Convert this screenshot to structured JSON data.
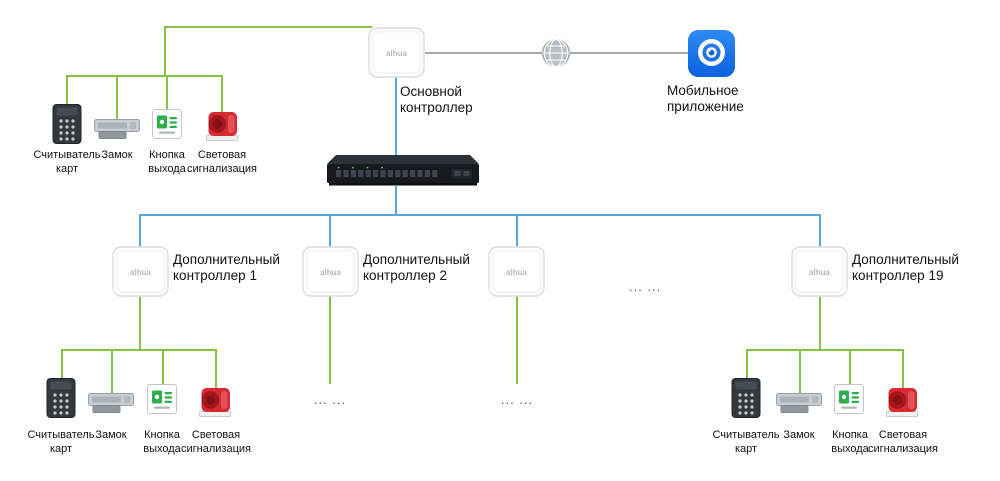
{
  "diagram": {
    "brand": "alhua",
    "colors": {
      "wire_green": "#85C440",
      "wire_blue": "#54A9DC",
      "wire_gray": "#A9A9A9",
      "app_blue": "#1677F0",
      "siren_red": "#D42A30"
    },
    "main_controller": {
      "label": "Основной\nконтроллер"
    },
    "mobile_app": {
      "label": "Мобильное\nприложение"
    },
    "device_labels": {
      "reader": "Считыватель\nкарт",
      "lock": "Замок",
      "exit_button": "Кнопка\nвыхода",
      "siren": "Световая\nсигнализация"
    },
    "sub_controllers": [
      {
        "label": "Дополнительный\nконтроллер 1"
      },
      {
        "label": "Дополнительный\nконтроллер 2"
      },
      {
        "label": ""
      },
      {
        "label": "Дополнительный\nконтроллер 19"
      }
    ],
    "ellipsis": "... ..."
  }
}
